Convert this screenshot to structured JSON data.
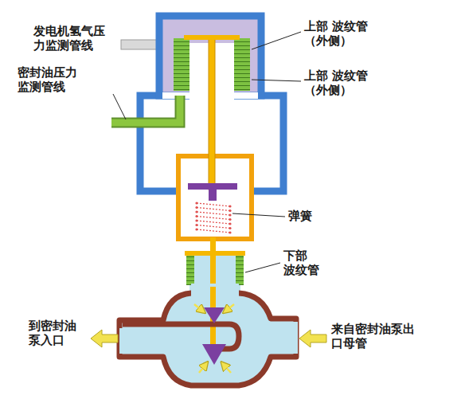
{
  "diagram": {
    "labels": [
      "发电机氢气压 力监测管线",
      "密封油压力 监测管线",
      "上部 波纹管（外侧）",
      "上部 波纹管（外侧）",
      "弹簧",
      "下部 波纹管",
      "到密封油 泵入口",
      "来自密封油泵出 口母管"
    ]
  }
}
